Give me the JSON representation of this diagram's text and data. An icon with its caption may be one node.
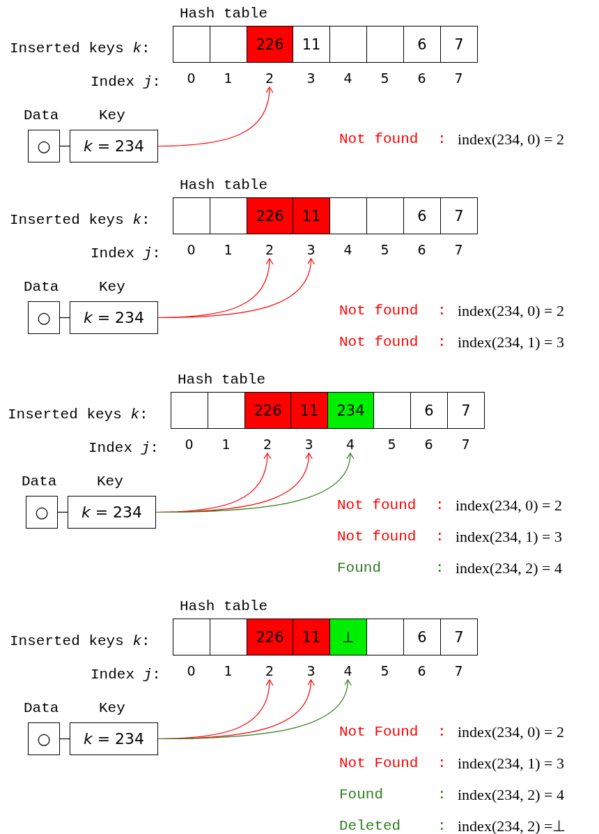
{
  "diagram": {
    "nodes": [
      {
        "text": [],
        "shape": "box",
        "beside": [
          "0"
        ]
      },
      {
        "text": [],
        "shape": "box",
        "beside": [
          "1"
        ]
      },
      {
        "text": [
          "226"
        ],
        "beside": [
          "2"
        ]
      },
      {
        "text": [
          "11"
        ],
        "beside": [
          "3"
        ]
      },
      {
        "text": [],
        "shape": "box",
        "beside": [
          "4"
        ]
      },
      {
        "text": [],
        "shape": "box",
        "beside": [
          "5"
        ]
      },
      {
        "text": [
          "6"
        ],
        "beside": [
          "6"
        ]
      },
      {
        "text": [
          "7"
        ],
        "beside": [
          "7"
        ]
      },
      {
        "text": [
          "Data",
          "○"
        ]
      },
      {
        "text": [
          "Key",
          "*k* = 234"
        ]
      },
      {
        "text": [],
        "shape": "box",
        "beside": [
          "0"
        ]
      },
      {
        "text": [],
        "shape": "box",
        "beside": [
          "1"
        ]
      },
      {
        "text": [
          "226"
        ],
        "beside": [
          "2"
        ]
      },
      {
        "text": [
          "11"
        ],
        "beside": [
          "3"
        ]
      },
      {
        "text": [],
        "shape": "box",
        "beside": [
          "4"
        ]
      },
      {
        "text": [],
        "shape": "box",
        "beside": [
          "5"
        ]
      },
      {
        "text": [
          "6"
        ],
        "beside": [
          "6"
        ]
      },
      {
        "text": [
          "7"
        ],
        "beside": [
          "7"
        ]
      },
      {
        "text": [
          "Data",
          "○"
        ]
      },
      {
        "text": [
          "Key",
          "*k* = 234"
        ]
      },
      {
        "text": [],
        "shape": "box",
        "beside": [
          "0"
        ]
      },
      {
        "text": [],
        "shape": "box",
        "beside": [
          "1"
        ]
      },
      {
        "text": [
          "226"
        ],
        "beside": [
          "2"
        ]
      },
      {
        "text": [
          "11"
        ],
        "beside": [
          "3"
        ]
      },
      {
        "text": [
          "234"
        ],
        "beside": [
          "4"
        ]
      },
      {
        "text": [],
        "shape": "box",
        "beside": [
          "5"
        ]
      },
      {
        "text": [
          "6"
        ],
        "beside": [
          "6"
        ]
      },
      {
        "text": [
          "7"
        ],
        "beside": [
          "7"
        ]
      },
      {
        "text": [
          "Data",
          "○"
        ]
      },
      {
        "text": [
          "Key",
          "*k* = 234"
        ]
      },
      {
        "text": [],
        "shape": "box",
        "beside": [
          "0"
        ]
      },
      {
        "text": [],
        "shape": "box",
        "beside": [
          "1"
        ]
      },
      {
        "text": [
          "226"
        ],
        "beside": [
          "2"
        ]
      },
      {
        "text": [
          "11"
        ],
        "beside": [
          "3"
        ]
      },
      {
        "text": [
          "⊥"
        ],
        "beside": [
          "4"
        ]
      },
      {
        "text": [],
        "shape": "box",
        "beside": [
          "5"
        ]
      },
      {
        "text": [
          "6"
        ],
        "beside": [
          "6"
        ]
      },
      {
        "text": [
          "7"
        ],
        "beside": [
          "7"
        ]
      },
      {
        "text": [
          "Data",
          "○"
        ]
      },
      {
        "text": [
          "Key",
          "*k* = 234"
        ]
      }
    ],
    "edges": [
      {
        "from": 8,
        "to": 9,
        "arrow": "none",
        "color": "#000000"
      },
      {
        "from": 9,
        "to": 2,
        "arrow": "to"
      },
      {
        "from": 18,
        "to": 19,
        "arrow": "none",
        "color": "#000000"
      },
      {
        "from": 19,
        "to": 12,
        "arrow": "to"
      },
      {
        "from": 19,
        "to": 13,
        "arrow": "to"
      },
      {
        "from": 28,
        "to": 29,
        "arrow": "none",
        "color": "#000000"
      },
      {
        "from": 29,
        "to": 22,
        "arrow": "to"
      },
      {
        "from": 29,
        "to": 23,
        "arrow": "to"
      },
      {
        "from": 29,
        "to": 24,
        "arrow": "to",
        "color": "#2e7d1f"
      },
      {
        "from": 38,
        "to": 39,
        "arrow": "none",
        "color": "#000000"
      },
      {
        "from": 39,
        "to": 32,
        "arrow": "to"
      },
      {
        "from": 39,
        "to": 33,
        "arrow": "to"
      },
      {
        "from": 39,
        "to": 34,
        "arrow": "to",
        "color": "#2e7d1f"
      }
    ],
    "labels": [
      "Hash table",
      "Inserted keys *k*:",
      "Index *j*:",
      "Not found",
      ":",
      "index(234, 0) = 2",
      "Hash table",
      "Inserted keys *k*:",
      "Index *j*:",
      "Not found",
      ":",
      "index(234, 0) = 2",
      "Not found",
      ":",
      "index(234, 1) = 3",
      "Hash table",
      "Inserted keys *k*:",
      "Index *j*:",
      "Not found",
      ":",
      "index(234, 0) = 2",
      "Not found",
      ":",
      "index(234, 1) = 3",
      "Found",
      ":",
      "index(234, 2) = 4",
      "Hash table",
      "Inserted keys *k*:",
      "Index *j*:",
      "Not Found",
      ":",
      "index(234, 0) = 2",
      "Not Found",
      ":",
      "index(234, 1) = 3",
      "Found",
      ":",
      "index(234, 2) = 4",
      "Deleted",
      ":",
      "index(234, 2) =⊥"
    ]
  }
}
